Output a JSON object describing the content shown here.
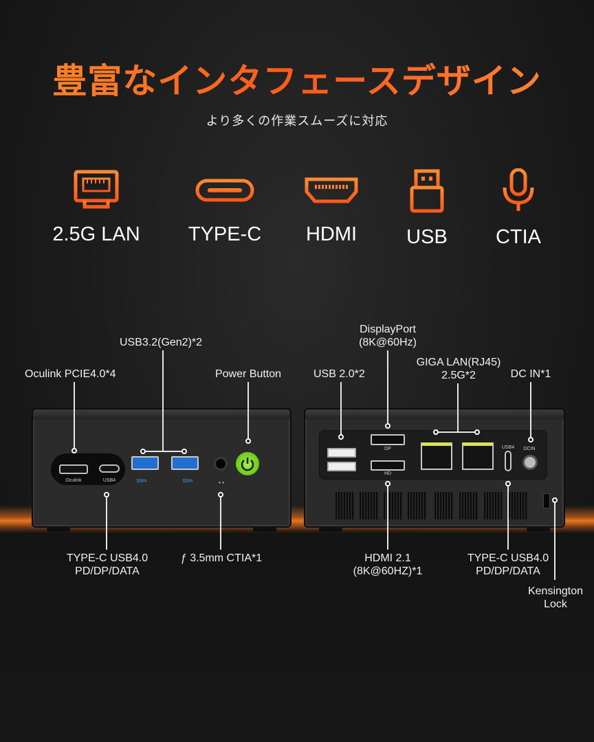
{
  "title": "豊富なインタフェースデザイン",
  "subtitle": "より多くの作業スムーズに対応",
  "colors": {
    "accent": "#ff6a1f",
    "power_button": "#7ed321",
    "usb3_blue": "#2f7fd6"
  },
  "features": [
    {
      "icon": "ethernet-icon",
      "label": "2.5G LAN"
    },
    {
      "icon": "usb-c-icon",
      "label": "TYPE-C"
    },
    {
      "icon": "hdmi-icon",
      "label": "HDMI"
    },
    {
      "icon": "usb-icon",
      "label": "USB"
    },
    {
      "icon": "microphone-icon",
      "label": "CTIA"
    }
  ],
  "front": {
    "oculink": "Oculink PCIE4.0*4",
    "usb32": "USB3.2(Gen2)*2",
    "power": "Power Button",
    "typec_line1": "TYPE-C USB4.0",
    "typec_line2": "PD/DP/DATA",
    "audio": "ƒ 3.5mm CTIA*1",
    "port_oculink_tag": "Oculink",
    "port_usb4_tag": "USB4",
    "port_ss_tag1": "SS⇆",
    "port_ss_tag2": "SS⇆"
  },
  "rear": {
    "dp_line1": "DisplayPort",
    "dp_line2": "(8K@60Hz)",
    "usb2": "USB 2.0*2",
    "lan_line1": "GIGA LAN(RJ45)",
    "lan_line2": "2.5G*2",
    "dcin": "DC IN*1",
    "hdmi_line1": "HDMI 2.1",
    "hdmi_line2": "(8K@60HZ)*1",
    "typec_line1": "TYPE-C USB4.0",
    "typec_line2": "PD/DP/DATA",
    "kensington_line1": "Kensington",
    "kensington_line2": "Lock",
    "port_usb4_tag": "USB4",
    "port_dcin_tag": "DCIN",
    "port_dp_tag": "DP",
    "port_hdmi_tag": "HD"
  }
}
